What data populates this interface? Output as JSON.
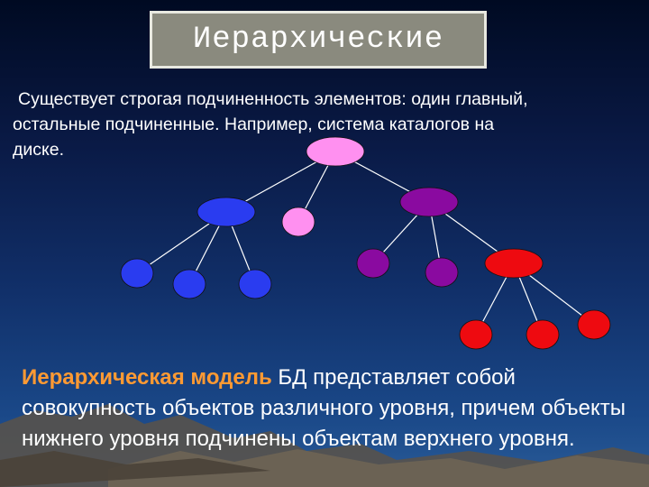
{
  "title": "Иерархические",
  "intro_line_1": "Существует строгая подчиненность элементов: один главный,",
  "intro_line_2": "остальные подчиненные. Например, система каталогов на",
  "intro_line_3": "диске.",
  "bottom": {
    "highlight": "Иерархическая модель",
    "rest": " БД представляет собой совокупность объектов различного уровня, причем объекты нижнего уровня подчинены объектам верхнего уровня."
  },
  "colors": {
    "root": "#ff90f0",
    "blue": "#2a3cf0",
    "pink": "#ff90f0",
    "purple": "#8a0aa0",
    "red": "#ee0a10",
    "edge": "#ffffff"
  }
}
